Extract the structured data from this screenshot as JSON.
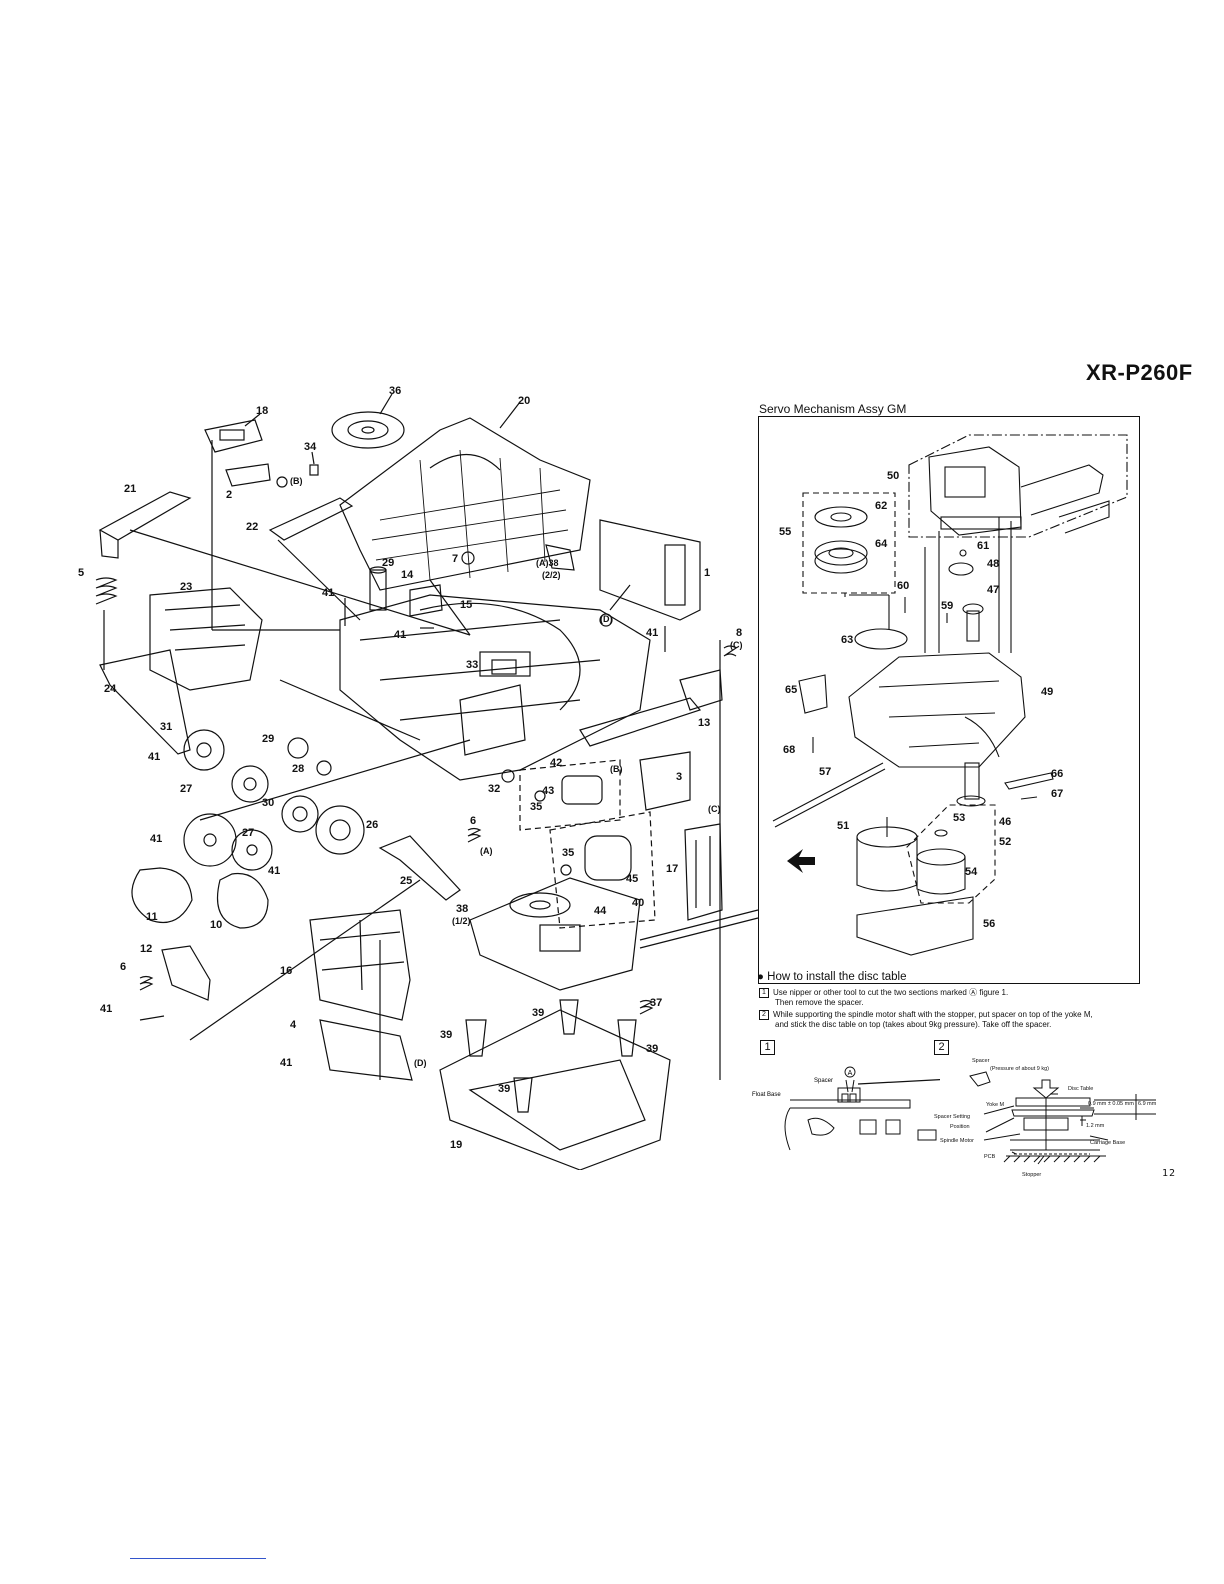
{
  "header": {
    "model": "XR-P260F"
  },
  "servo_section": {
    "title": "Servo Mechanism Assy GM"
  },
  "install": {
    "title": "How to install the disc table",
    "steps": [
      {
        "num": "1",
        "line1": "Use nipper or other tool to cut the two sections marked Ⓐ figure 1.",
        "line2": "Then remove the spacer."
      },
      {
        "num": "2",
        "line1": "While supporting the spindle motor shaft with the stopper, put spacer on top of the yoke M,",
        "line2": "and stick the disc table on top (takes about 9kg pressure).  Take off the spacer."
      }
    ],
    "figures": [
      "1",
      "2"
    ],
    "fig1_labels": {
      "float_base": "Float Base",
      "spacer": "Spacer",
      "mark": "A"
    },
    "fig2_labels": {
      "spacer": "Spacer",
      "pressure": "(Pressure of about 9 kg)",
      "disc_table": "Disc Table",
      "yoke": "Yoke M",
      "spacer_setting": "Spacer Setting",
      "position": "Position",
      "spindle_motor": "Spindle Motor",
      "pcb": "PCB",
      "stopper": "Stopper",
      "carriage_base": "Carriage Base",
      "dim_gap": "0.9 mm ± 0.05 mm",
      "dim_12": "1.2 mm",
      "dim_69": "6.9 mm"
    }
  },
  "main_labels": [
    "36",
    "20",
    "18",
    "34",
    "B",
    "2",
    "21",
    "22",
    "5",
    "23",
    "7",
    "A",
    "38",
    "(2/2)",
    "1",
    "14",
    "29",
    "41",
    "15",
    "D",
    "41",
    "8",
    "C",
    "24",
    "41",
    "33",
    "13",
    "31",
    "29",
    "41",
    "28",
    "42",
    "B",
    "3",
    "27",
    "30",
    "26",
    "32",
    "43",
    "35",
    "C",
    "41",
    "27",
    "41",
    "35",
    "6",
    "A",
    "25",
    "45",
    "17",
    "11",
    "10",
    "44",
    "38",
    "(1/2)",
    "40",
    "12",
    "6",
    "16",
    "37",
    "41",
    "4",
    "39",
    "39",
    "39",
    "39",
    "D",
    "41",
    "19"
  ],
  "servo_labels": [
    "50",
    "62",
    "55",
    "64",
    "61",
    "48",
    "60",
    "47",
    "59",
    "63",
    "65",
    "49",
    "68",
    "57",
    "66",
    "67",
    "46",
    "53",
    "51",
    "52",
    "54",
    "56"
  ],
  "page": {
    "number": "12"
  }
}
